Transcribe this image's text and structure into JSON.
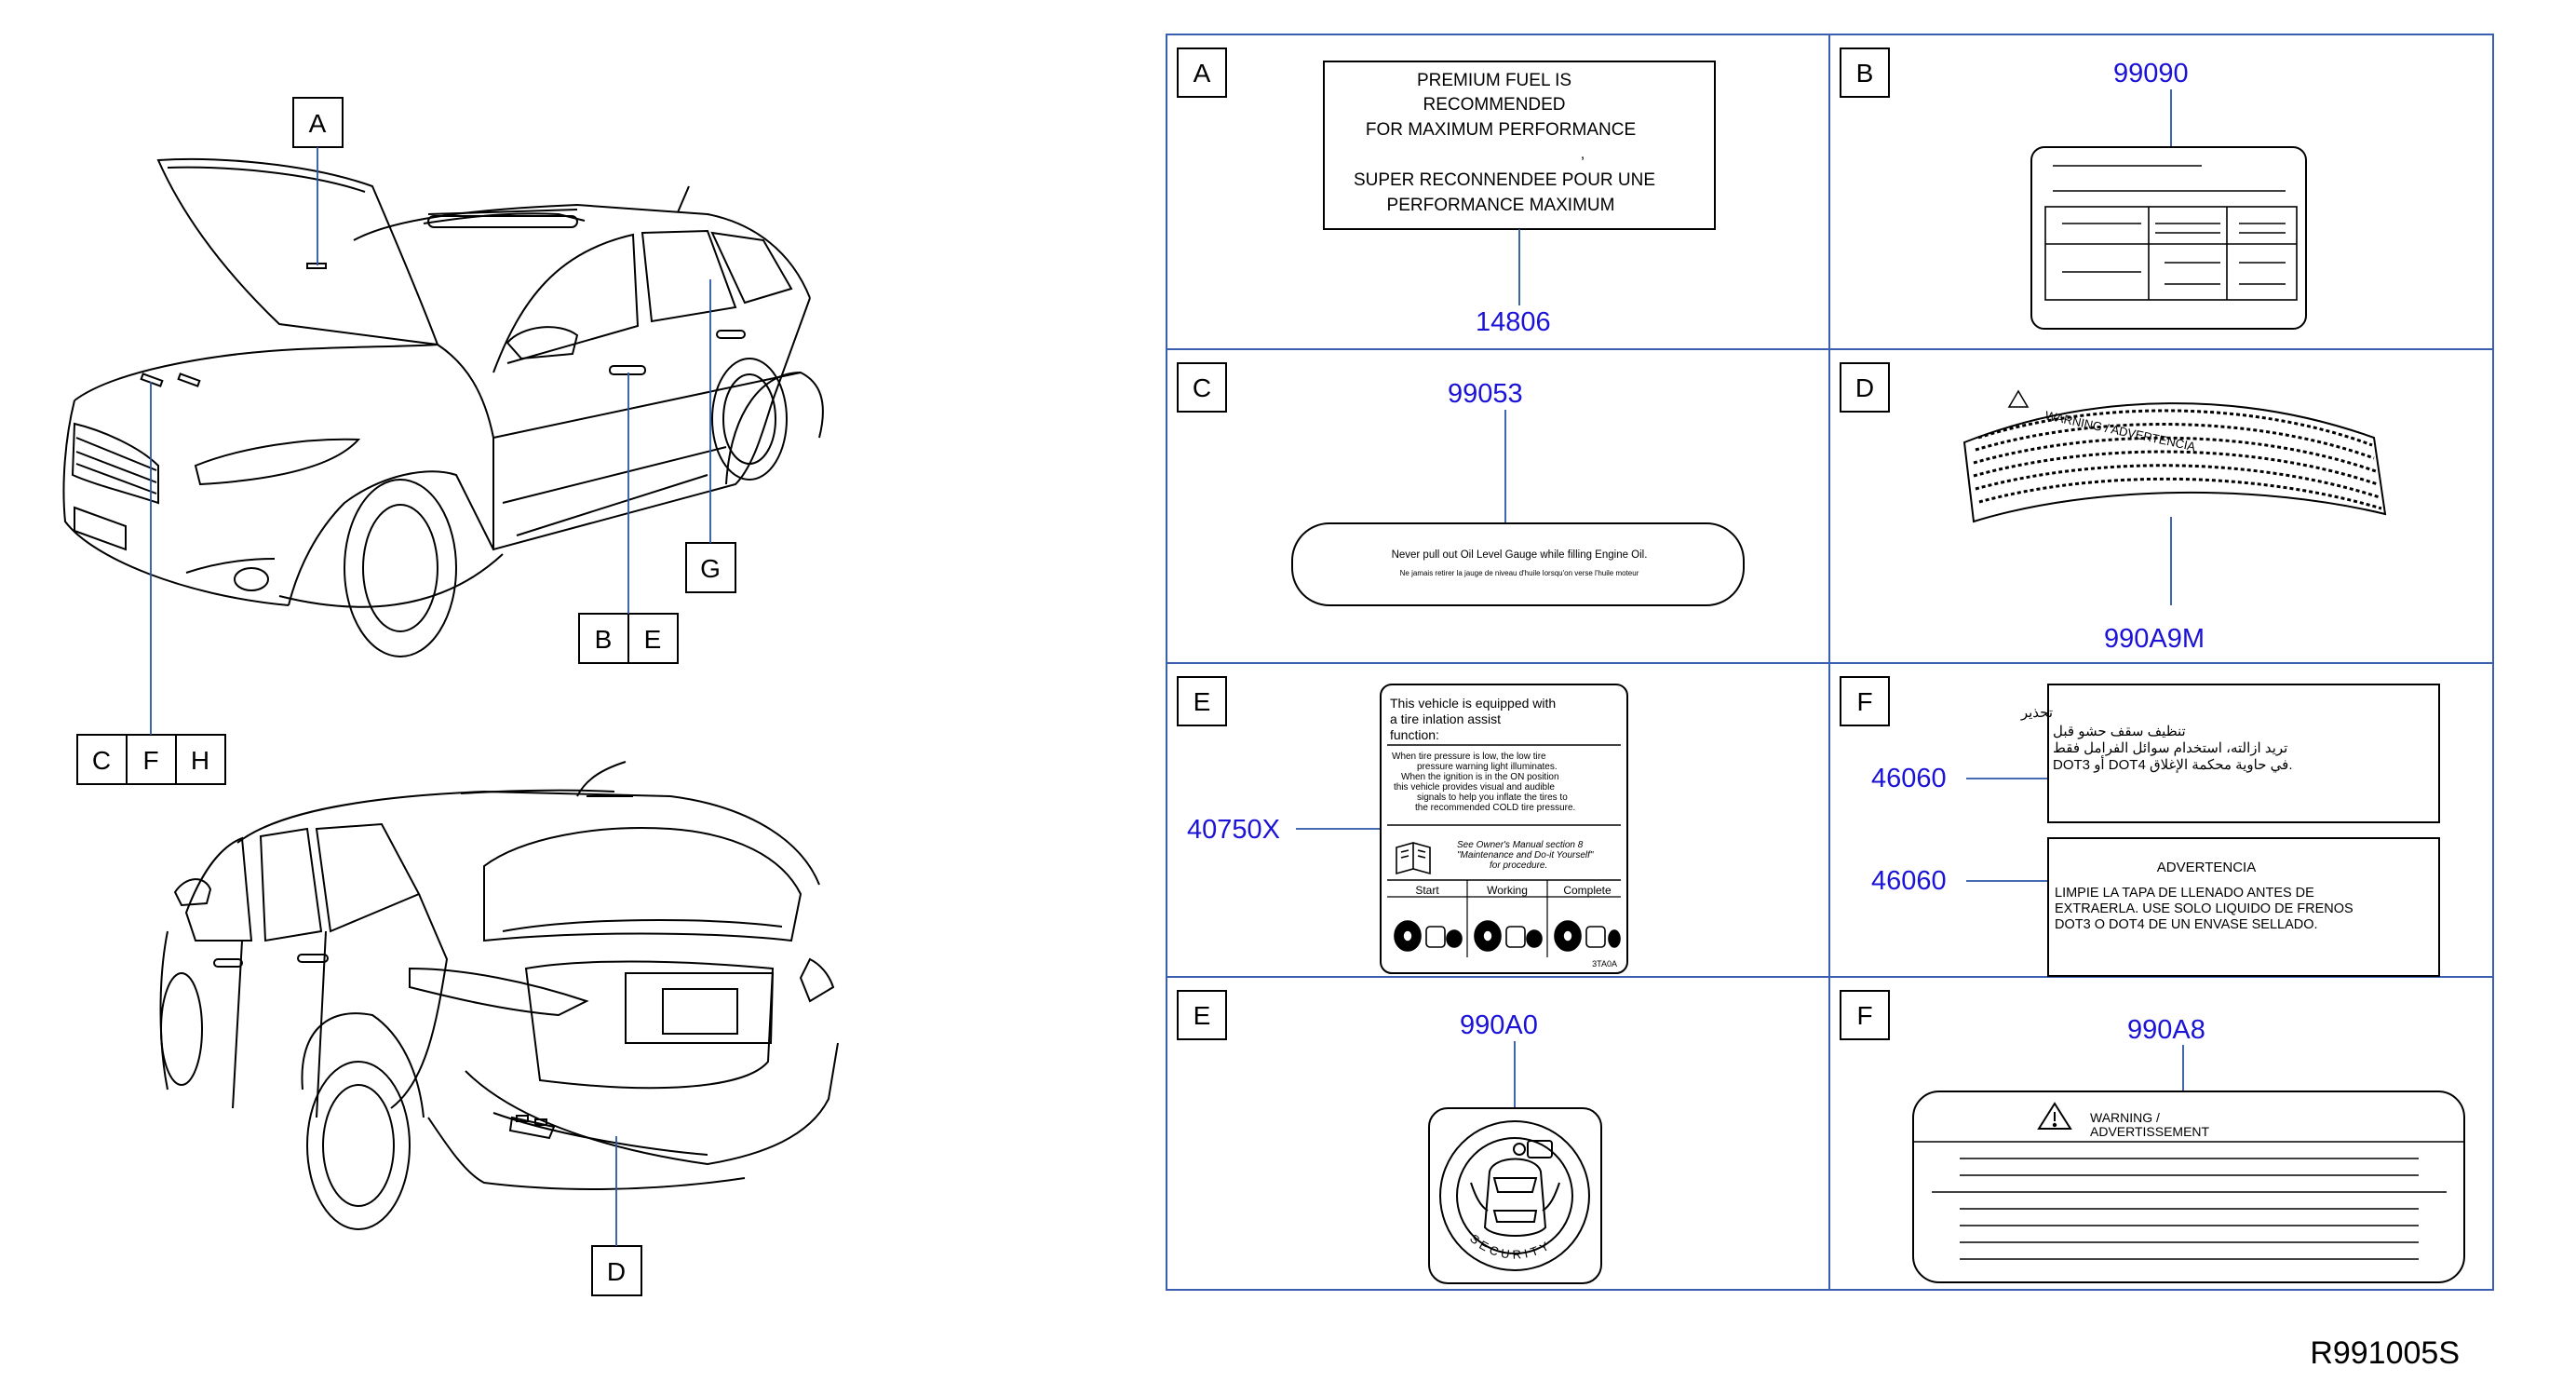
{
  "diagram_code": "R991005S",
  "callouts_left": {
    "a": "A",
    "b": "B",
    "e": "E",
    "g": "G",
    "c": "C",
    "f": "F",
    "h": "H",
    "d": "D"
  },
  "panels": [
    {
      "letter": "A",
      "part": "14806"
    },
    {
      "letter": "B",
      "part": "99090"
    },
    {
      "letter": "C",
      "part": "99053"
    },
    {
      "letter": "D",
      "part": "990A9M"
    },
    {
      "letter": "E",
      "part": "40750X"
    },
    {
      "letter": "F",
      "part": "46060",
      "part2": "46060"
    },
    {
      "letter": "E",
      "part": "990A0"
    },
    {
      "letter": "F",
      "part": "990A8"
    }
  ],
  "label_a": {
    "line1": "PREMIUM    FUEL    IS",
    "line2": "RECOMMENDED",
    "line3": "FOR    MAXIMUM    PERFORMANCE",
    "accent": ",",
    "line4": "SUPER    RECONNENDEE    POUR    UNE",
    "line5": "PERFORMANCE    MAXIMUM"
  },
  "label_c": {
    "line1": "Never     pull     out     Oil     Level     Gauge     while     filling     Engine     Oil.",
    "line2": "Ne      jamais      retirer      la      jauge      de      niveau      d'huile      lorsqu'on      verse      l'huile      moteur"
  },
  "label_d": {
    "title": "WARNING / ADVERTENCIA"
  },
  "label_e": {
    "head1": "This   vehicle   is   equipped   with",
    "head2": "a   tire   inlation   assist",
    "head3": "function:",
    "b1": "When   tire   pressure   is   low,   the   low   tire",
    "b2": "pressure   warning   light   illuminates.",
    "b3": "When   the   ignition   is   in   the   ON   position",
    "b4": "this   vehicle   provides   visual   and   audible",
    "b5": "signals   to   help   you   inflate   the   tires   to",
    "b6": "the   recommended   COLD   tire   pressure.",
    "see1": "See   Owner's   Manual   section   8",
    "see2": "\"Maintenance   and   Do-it   Yourself\"",
    "see3": "for   procedure.",
    "col1": "Start",
    "col2": "Working",
    "col3": "Complete",
    "code": "3TA0A"
  },
  "label_f1": {
    "ar1": "تحذير",
    "ar2": "تنظيف   سقف   حشو   قبل",
    "ar3": "تريد   ازالته،   استخدام   سوائل   الفرامل   فقط",
    "ar4": "DOT3   أو   DOT4   في   حاوية   محكمة   الإغلاق."
  },
  "label_f2": {
    "title": "ADVERTENCIA",
    "l1": "LIMPIE   LA   TAPA   DE   LLENADO   ANTES   DE",
    "l2": "EXTRAERLA.   USE   SOLO   LIQUIDO   DE   FRENOS",
    "l3": "DOT3   O   DOT4   DE   UN   ENVASE   SELLADO."
  },
  "label_e2": {
    "ring": "SECURITY"
  },
  "label_f3": {
    "t1": "WARNING    /",
    "t2": "ADVERTISSEMENT"
  }
}
